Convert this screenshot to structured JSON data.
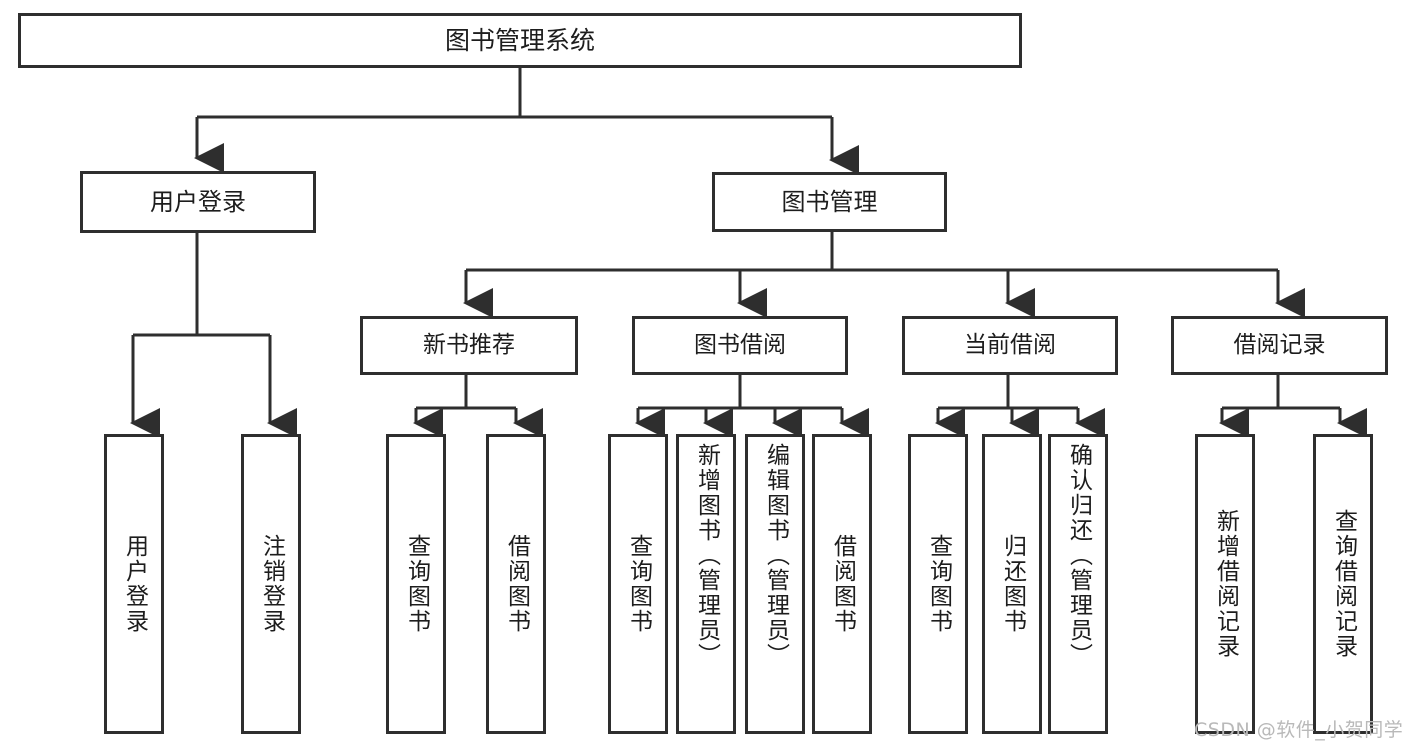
{
  "diagram": {
    "title": "图书管理系统",
    "type": "tree-hierarchy",
    "watermark": "CSDN @软件_小贺同学",
    "colors": {
      "stroke": "#2e2e2e",
      "fill": "#ffffff",
      "text": "#1d1d1d",
      "watermark": "#b9b9b9"
    },
    "root": {
      "label": "图书管理系统"
    },
    "level2": [
      {
        "label": "用户登录"
      },
      {
        "label": "图书管理"
      }
    ],
    "level3": [
      {
        "label": "新书推荐"
      },
      {
        "label": "图书借阅"
      },
      {
        "label": "当前借阅"
      },
      {
        "label": "借阅记录"
      }
    ],
    "leaves": {
      "user_login": [
        {
          "label": "用户登录"
        },
        {
          "label": "注销登录"
        }
      ],
      "new_book_recommend": [
        {
          "label": "查询图书"
        },
        {
          "label": "借阅图书"
        }
      ],
      "book_borrow": [
        {
          "label": "查询图书"
        },
        {
          "label": "新增图书（管理员）"
        },
        {
          "label": "编辑图书（管理员）"
        },
        {
          "label": "借阅图书"
        }
      ],
      "current_borrow": [
        {
          "label": "查询图书"
        },
        {
          "label": "归还图书"
        },
        {
          "label": "确认归还（管理员）"
        }
      ],
      "borrow_record": [
        {
          "label": "新增借阅记录"
        },
        {
          "label": "查询借阅记录"
        }
      ]
    }
  }
}
